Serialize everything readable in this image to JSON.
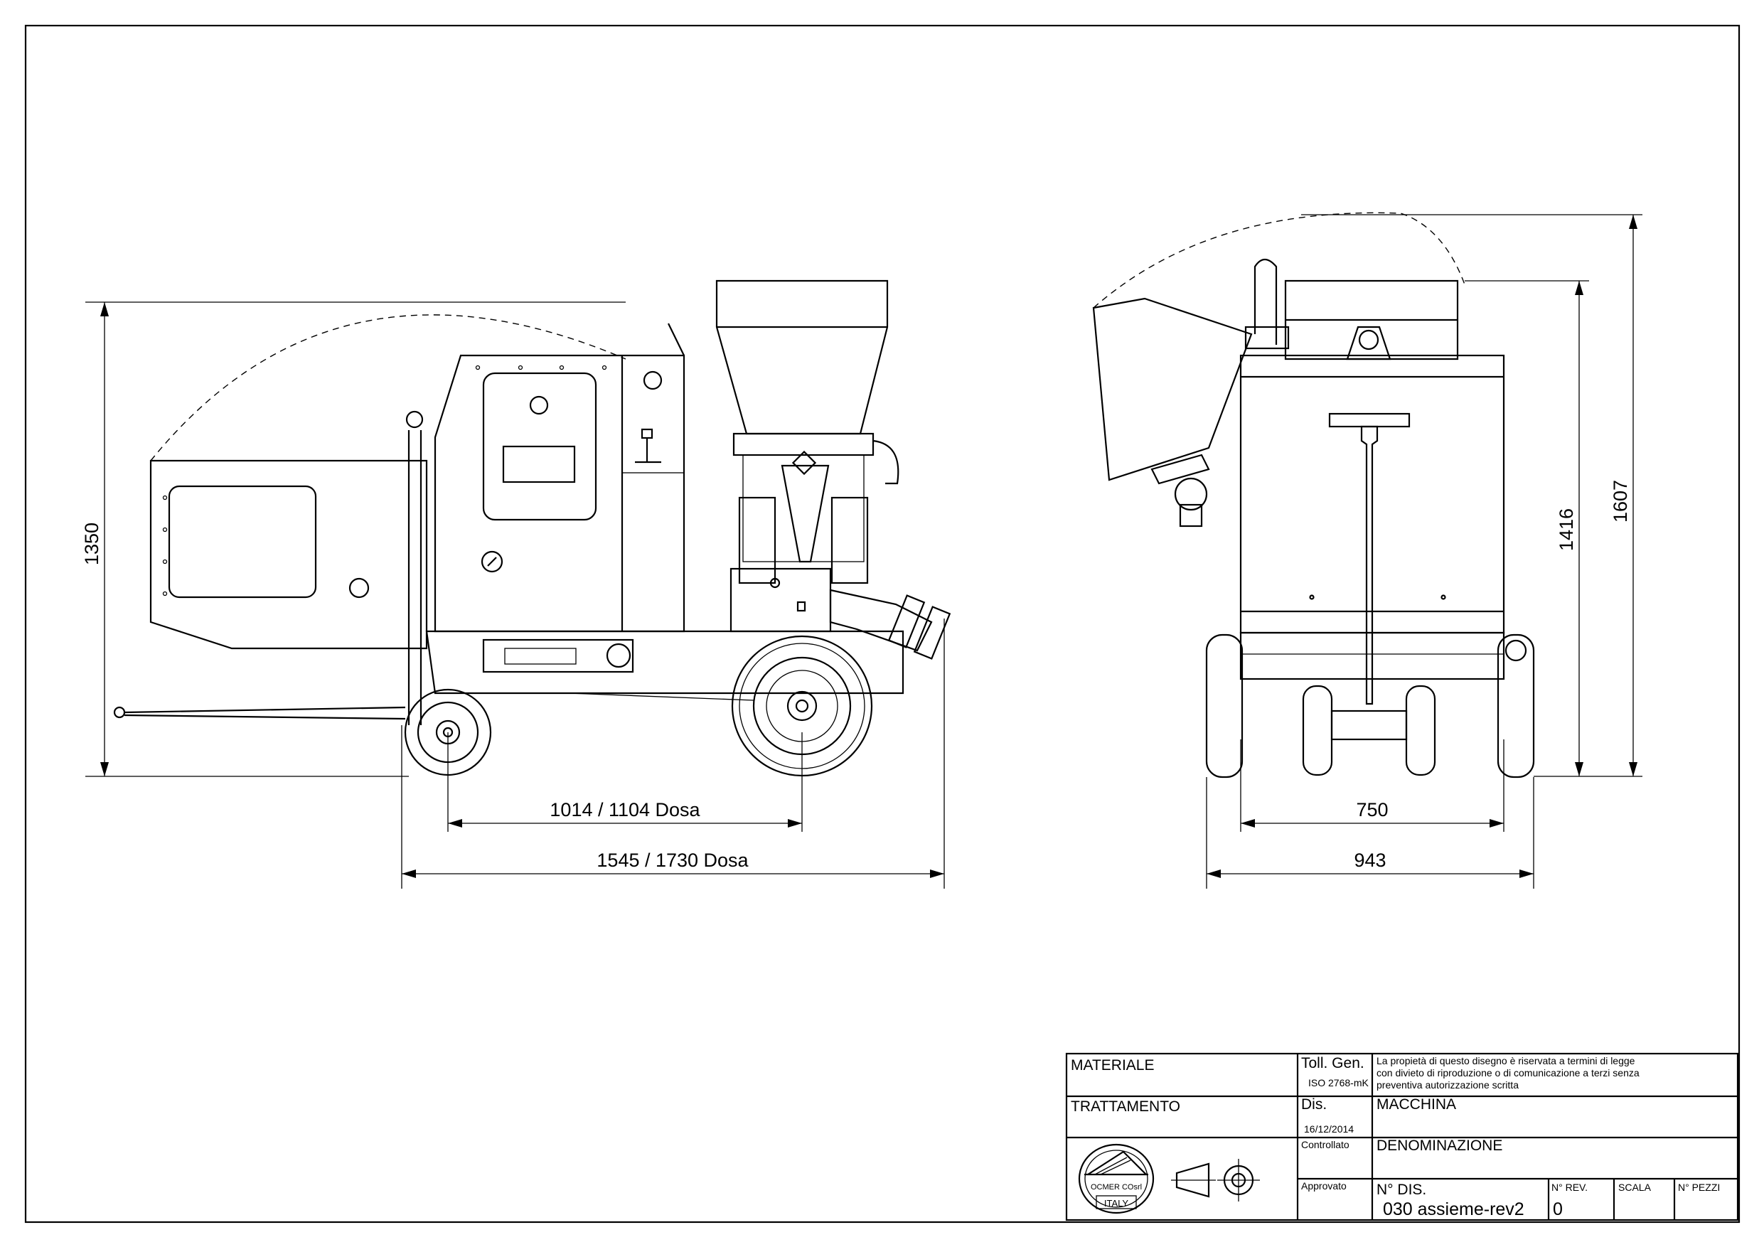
{
  "dimensions": {
    "height_side": "1350",
    "wheelbase": "1014 / 1104 Dosa",
    "overall_length": "1545 / 1730 Dosa",
    "height_front_body": "1416",
    "height_front_total": "1607",
    "track_width": "750",
    "overall_width": "943"
  },
  "title_block": {
    "materiale_label": "MATERIALE",
    "trattamento_label": "TRATTAMENTO",
    "toll_label": "Toll. Gen.",
    "toll_value": "ISO 2768-mK",
    "notice_line1": "La propietà di questo disegno è riservata a termini di legge",
    "notice_line2": "con divieto di riproduzione o di comunicazione a terzi senza",
    "notice_line3": "preventiva autorizzazione scritta",
    "dis_label": "Dis.",
    "dis_date": "16/12/2014",
    "controllato_label": "Controllato",
    "approvato_label": "Approvato",
    "macchina_label": "MACCHINA",
    "denominazione_label": "DENOMINAZIONE",
    "ndis_label": "N° DIS.",
    "ndis_value": "030 assieme-rev2",
    "nrev_label": "N° REV.",
    "nrev_value": "0",
    "scala_label": "SCALA",
    "npezzi_label": "N° PEZZI",
    "logo_text_top": "OCMER COsrl",
    "logo_text_bottom": "ITALY"
  }
}
